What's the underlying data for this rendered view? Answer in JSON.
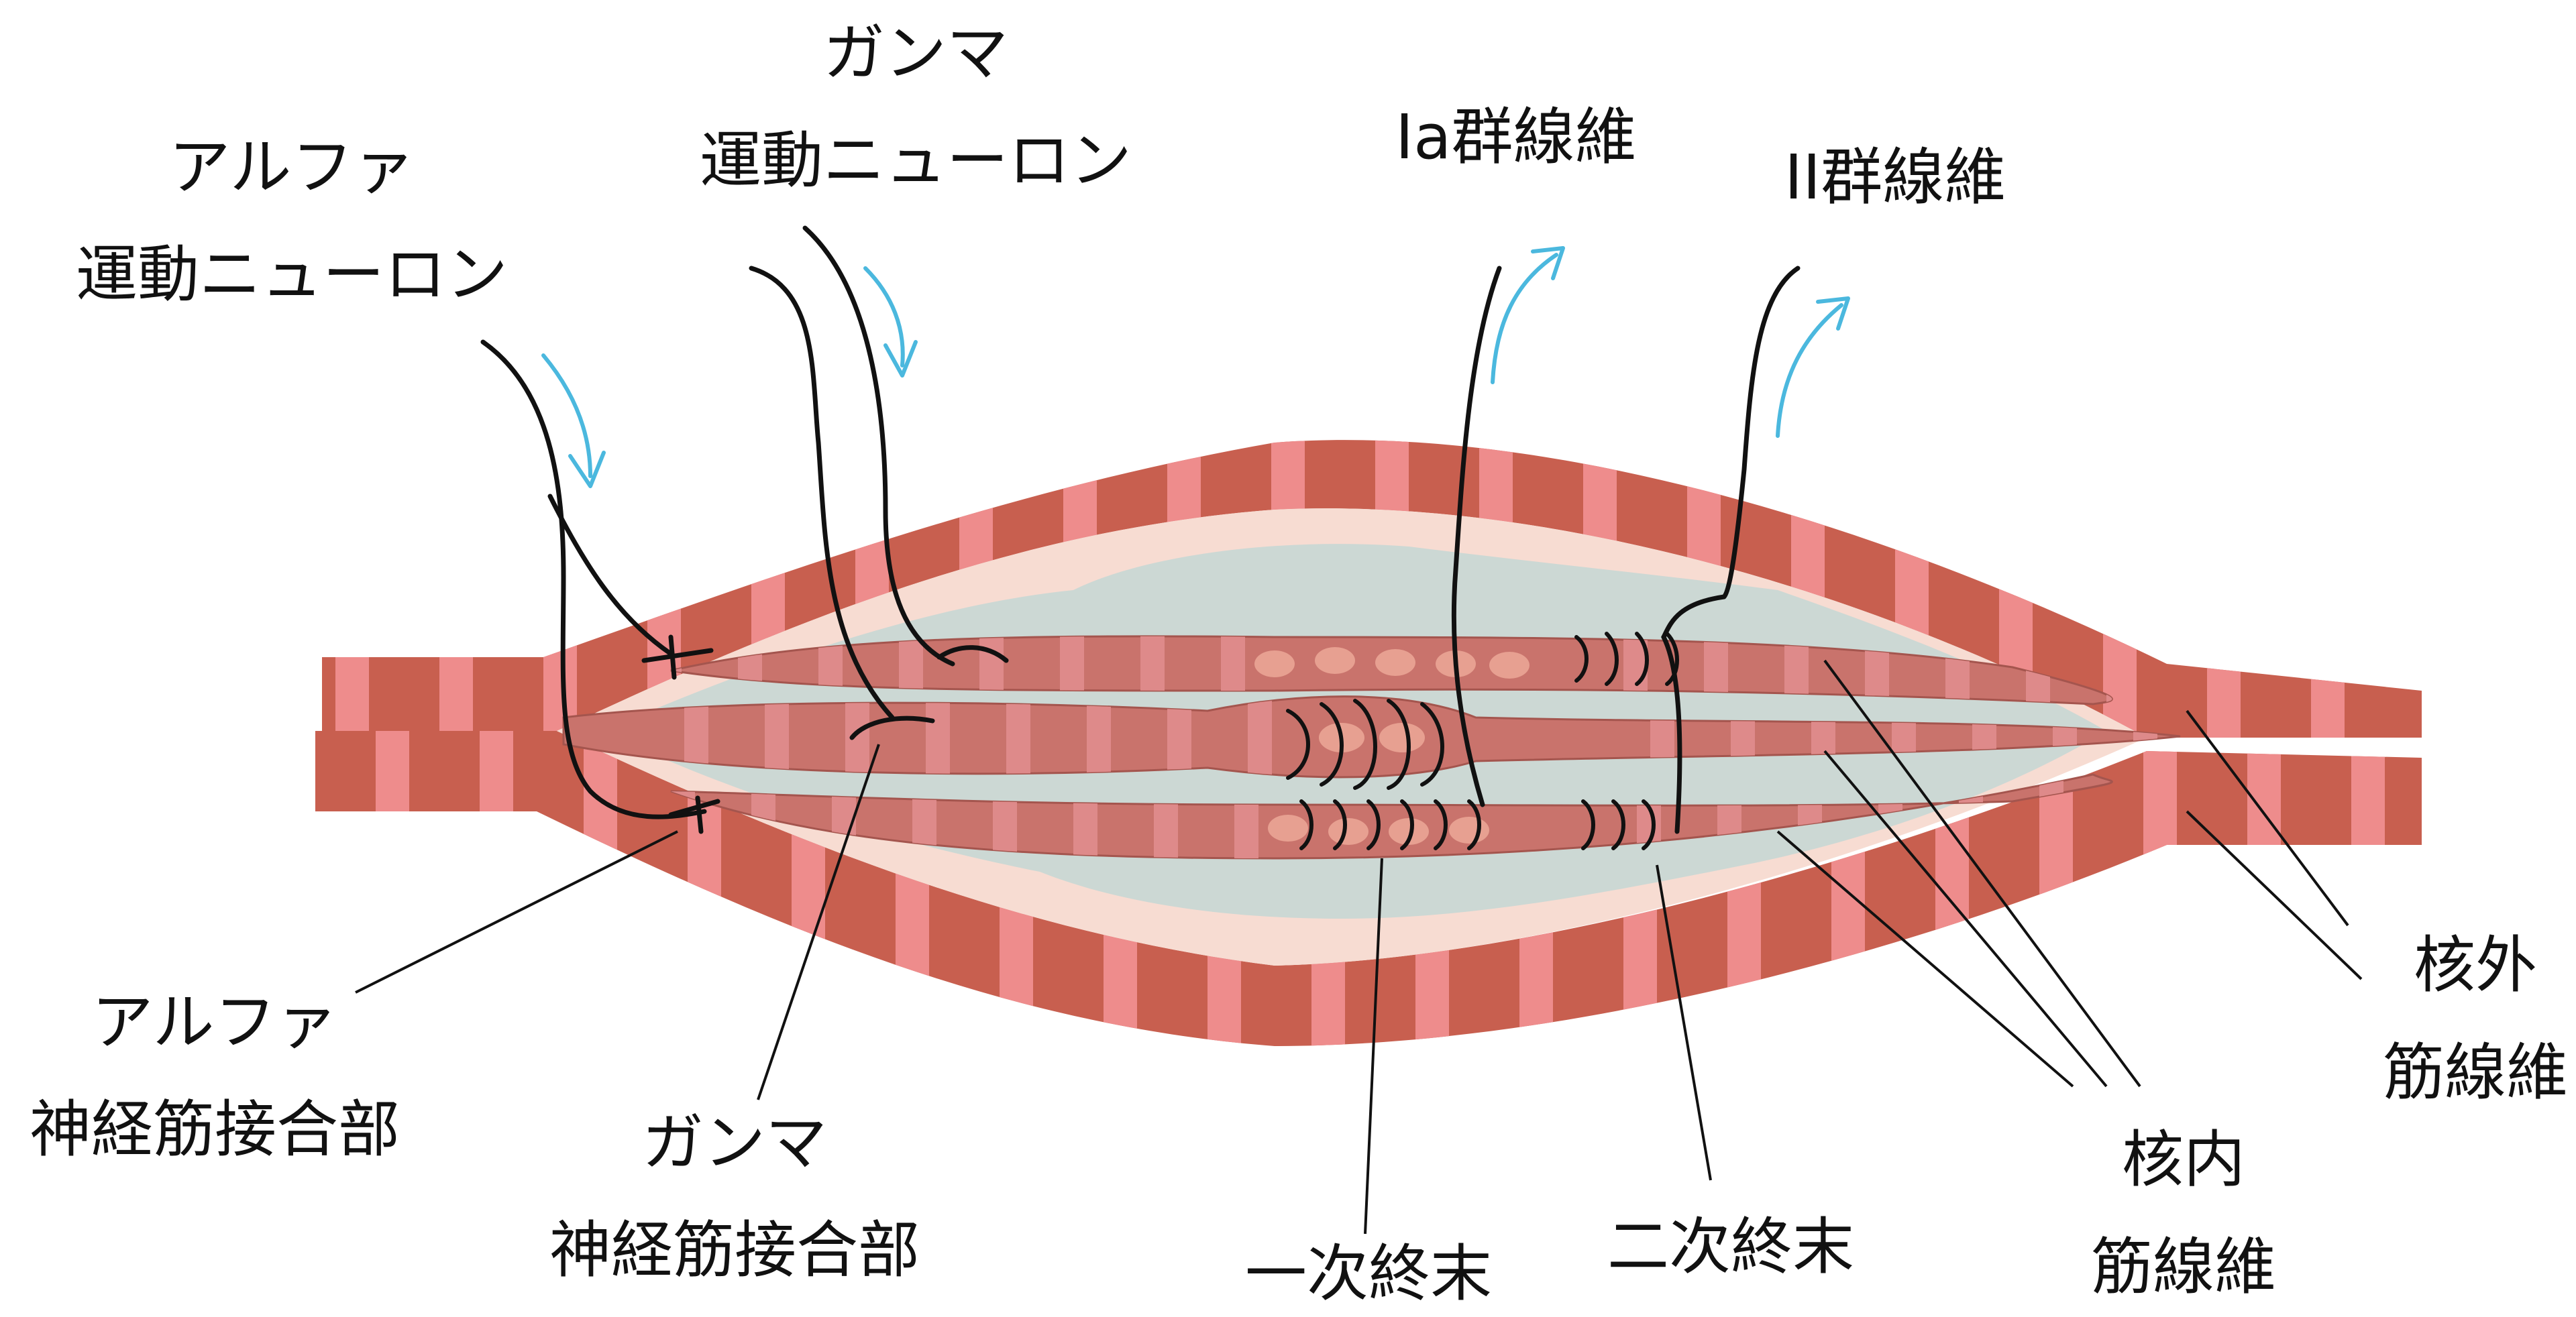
{
  "colors": {
    "muscle": "#C85F4F",
    "stripe": "#EE8C8C",
    "capsule_fill": "#F7DCD2",
    "fluid": "#C9D7D4",
    "intrafusal": "#C9736C",
    "intrafusal_stripe": "#DE8A8A",
    "nucleus": "#E7A091",
    "nerve": "#111111",
    "arrow": "#4BB8DE"
  },
  "labels": {
    "alpha_motor_neuron": [
      "アルファ",
      "運動ニューロン"
    ],
    "gamma_motor_neuron": [
      "ガンマ",
      "運動ニューロン"
    ],
    "ia_fiber": "Ia群線維",
    "ii_fiber": "II群線維",
    "alpha_nmj": [
      "アルファ",
      "神経筋接合部"
    ],
    "gamma_nmj": [
      "ガンマ",
      "神経筋接合部"
    ],
    "primary_ending": "一次終末",
    "secondary_ending": "二次終末",
    "intrafusal_fiber": [
      "核内",
      "筋線維"
    ],
    "extrafusal_fiber": [
      "核外",
      "筋線維"
    ]
  }
}
